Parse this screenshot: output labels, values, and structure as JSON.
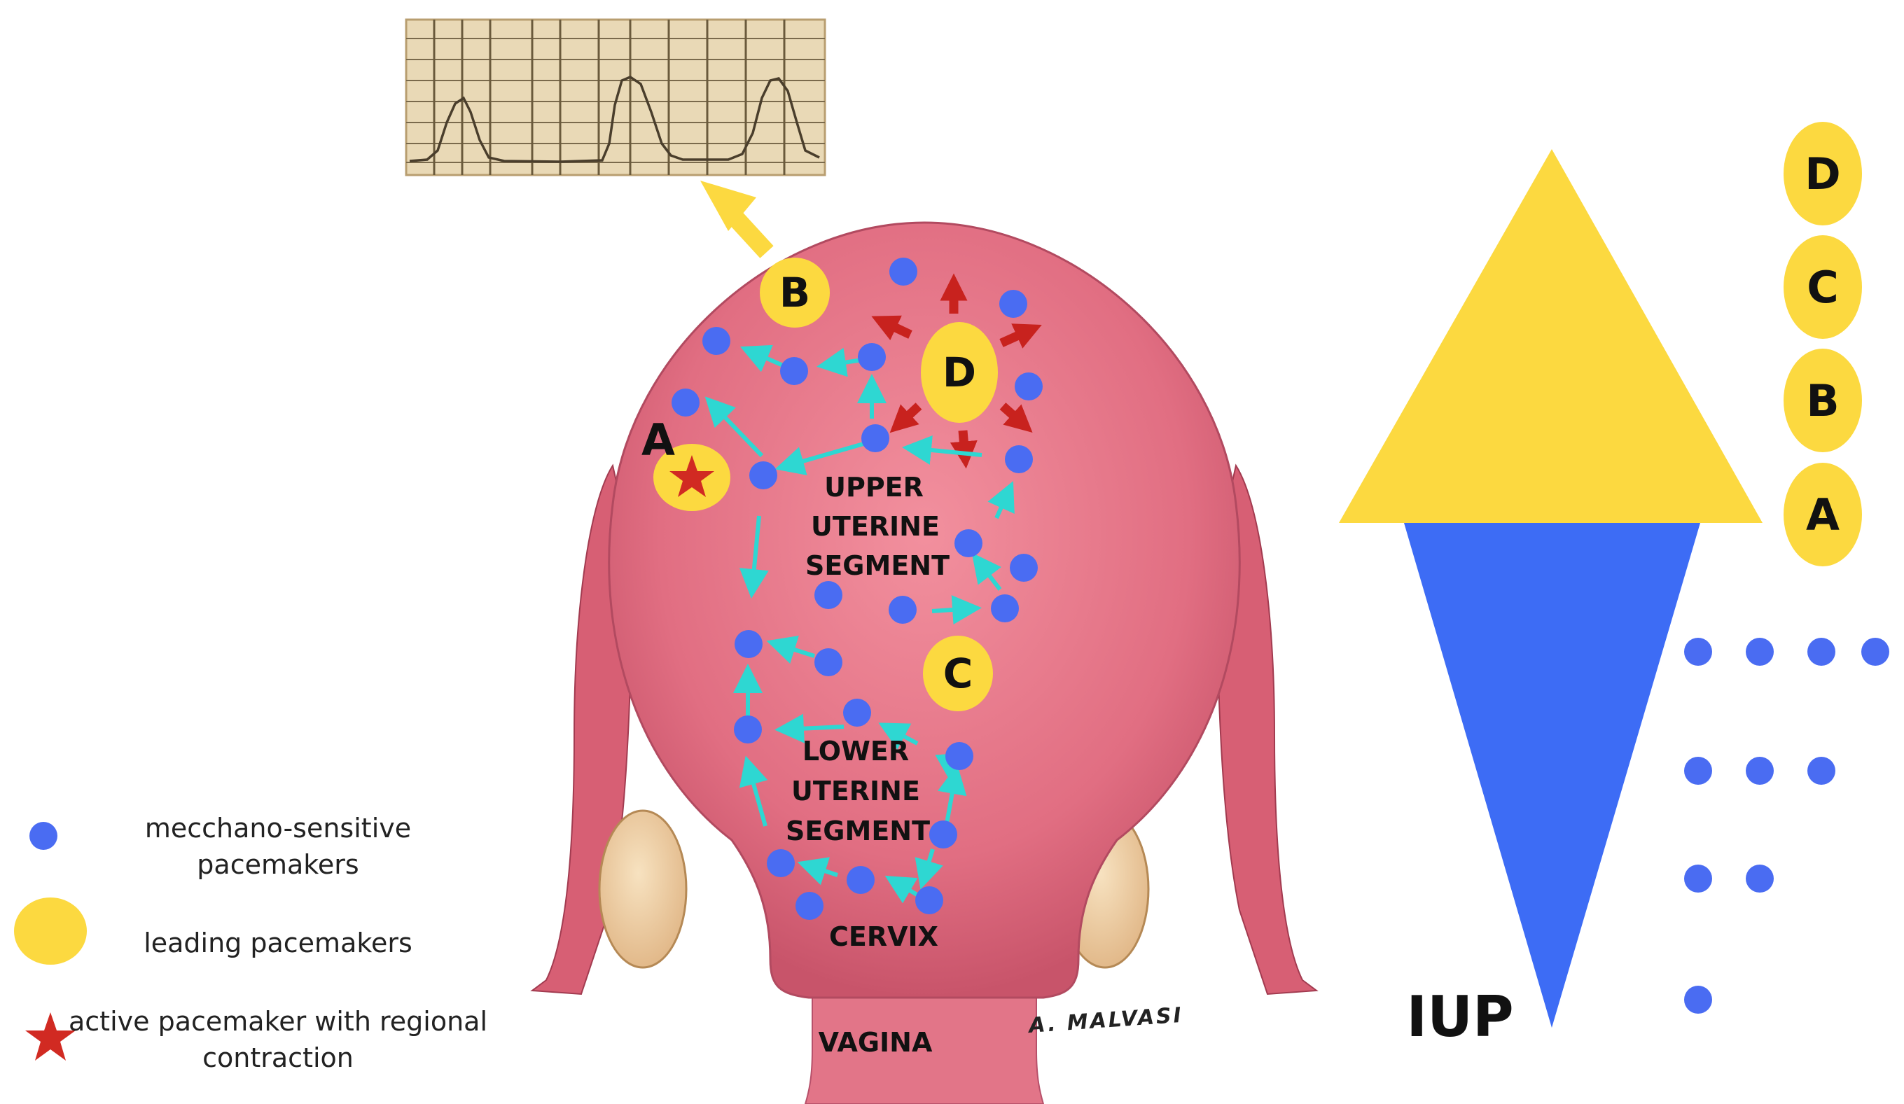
{
  "colors": {
    "pacemaker_blue": "#4A6CF2",
    "leading_yellow": "#FCD940",
    "star_red": "#D12A22",
    "arrow_cyan": "#2ED7D2",
    "burst_red": "#C8221E",
    "uterus_pink": "#E8788A",
    "triangle_yellow": "#FCD940",
    "triangle_blue": "#3D6CF5"
  },
  "anatomy": {
    "upper_segment": [
      "UPPER",
      "UTERINE",
      "SEGMENT"
    ],
    "lower_segment": [
      "LOWER",
      "UTERINE",
      "SEGMENT"
    ],
    "cervix": "CERVIX",
    "vagina": "VAGINA",
    "signature": "A. MALVASI"
  },
  "leading_pacemakers": {
    "a": "A",
    "b": "B",
    "c": "C",
    "d": "D"
  },
  "legend": {
    "mechano_line1": "mecchano-sensitive",
    "mechano_line2": "pacemakers",
    "leading": "leading pacemakers",
    "active_line1": "active pacemaker with regional",
    "active_line2": "contraction"
  },
  "scale": {
    "levels": [
      "D",
      "C",
      "B",
      "A"
    ],
    "iup_label": "IUP"
  },
  "icons": {
    "trace": "tocograph-trace-icon",
    "star": "star-icon",
    "arrow": "arrow-icon"
  }
}
